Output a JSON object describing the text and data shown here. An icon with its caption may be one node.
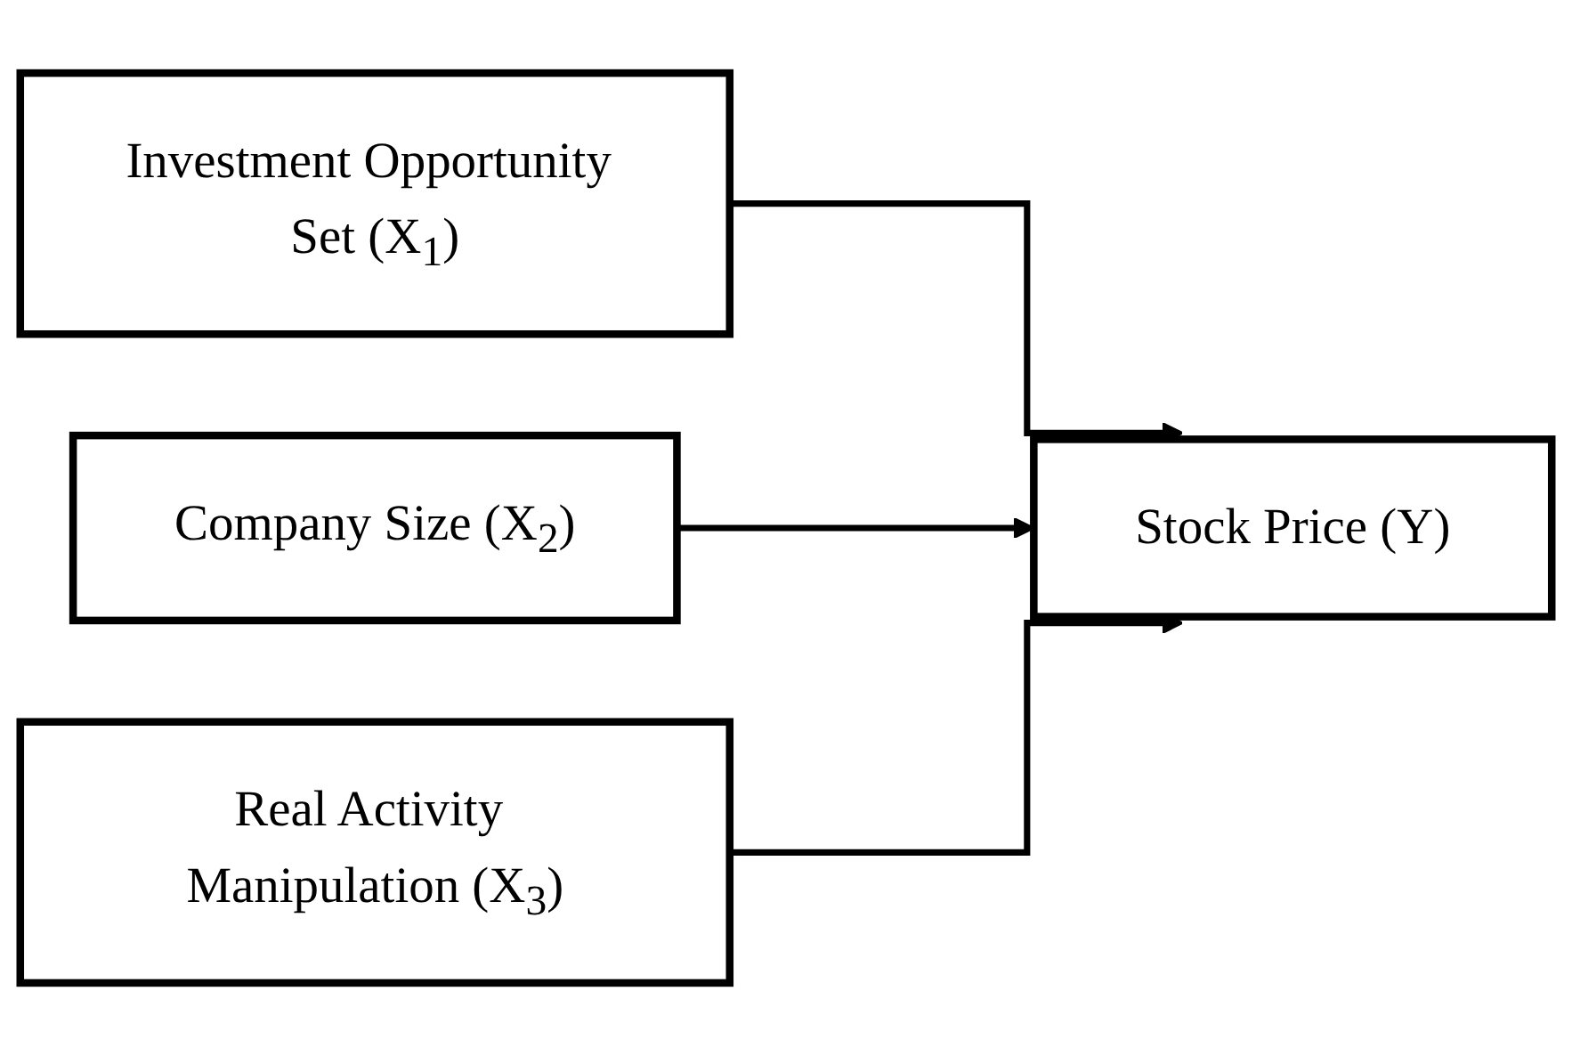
{
  "diagram": {
    "nodes": [
      {
        "text": [
          "Investment Opportunity Set (X$_{1}$)"
        ]
      },
      {
        "text": [
          "Company Size (X$_{2}$)"
        ]
      },
      {
        "text": [
          "Real Activity Manipulation (X$_{3}$)"
        ]
      },
      {
        "text": [
          "Stock Price (Y)"
        ]
      }
    ],
    "edges": [
      {
        "from": 0,
        "to": 3,
        "arrow": "to"
      },
      {
        "from": 1,
        "to": 3,
        "arrow": "to"
      },
      {
        "from": 2,
        "to": 3,
        "arrow": "to"
      }
    ]
  }
}
